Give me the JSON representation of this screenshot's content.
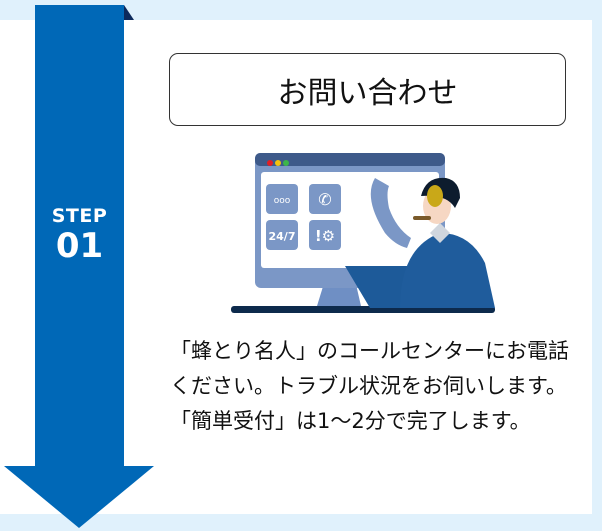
{
  "step": {
    "label": "STEP",
    "number": "01"
  },
  "title": "お問い合わせ",
  "illustration": {
    "icon": "call-center-operator-illustration"
  },
  "description": "「蜂とり名人」のコールセンターにお電話ください。トラブル状況をお伺いします。「簡単受付」は1～2分で完了します。",
  "colors": {
    "accent": "#0068b7",
    "background": "#e0f1fc"
  }
}
